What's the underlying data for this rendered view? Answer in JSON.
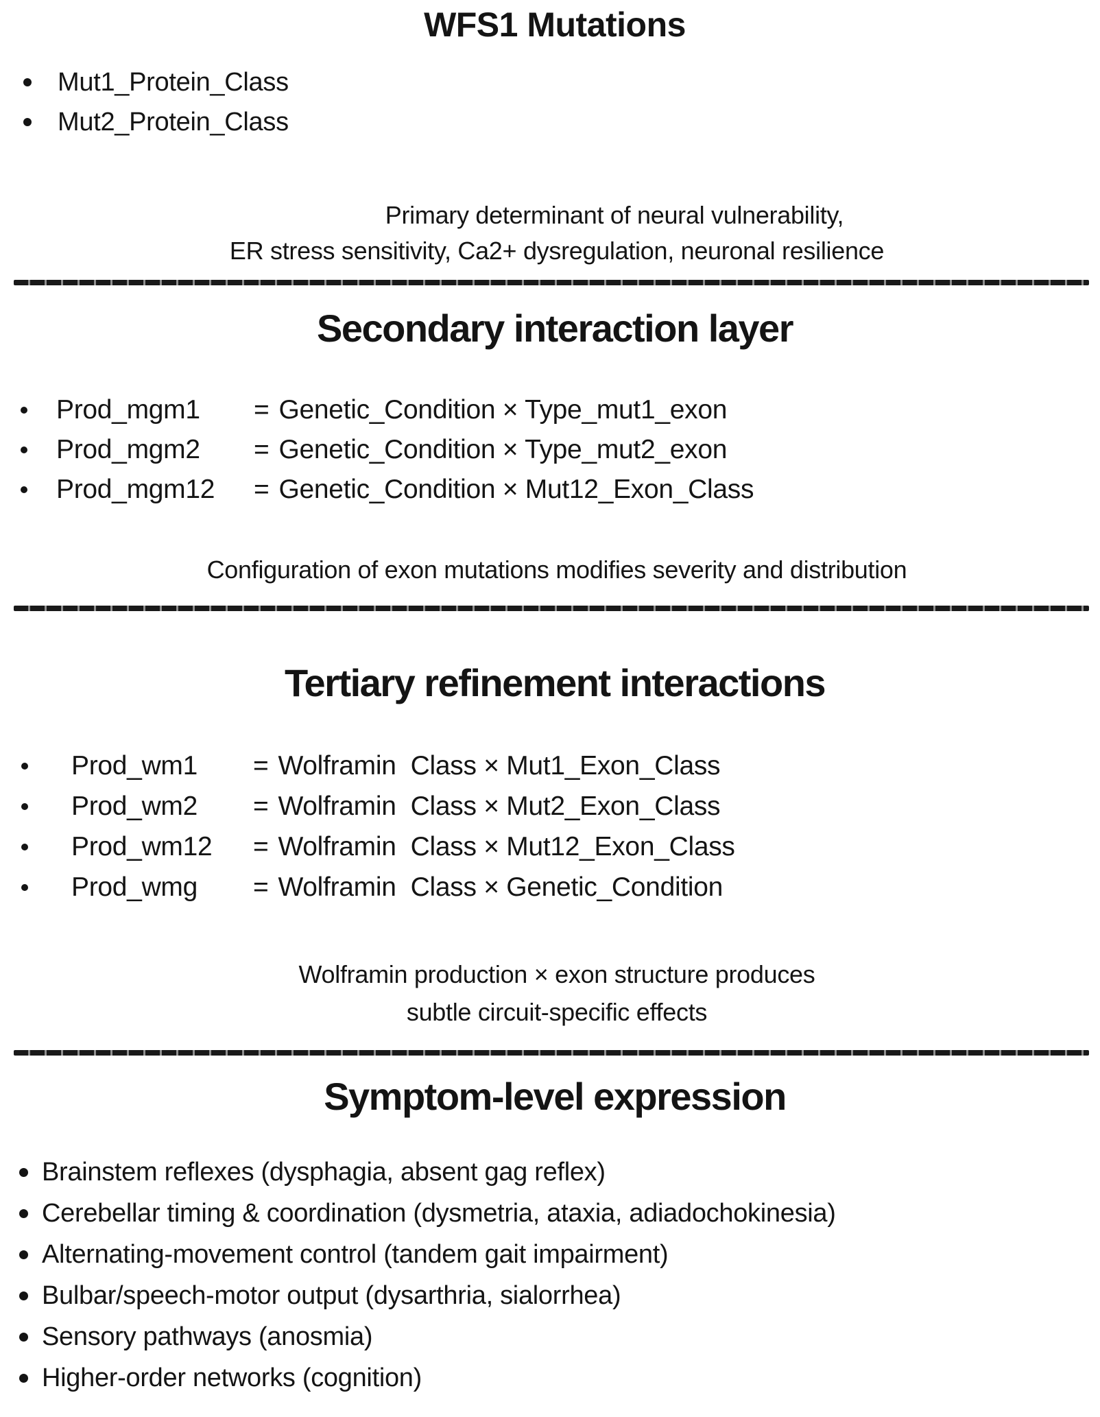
{
  "colors": {
    "text": "#141414",
    "background": "#ffffff",
    "divider": "#191919"
  },
  "mutations_section": {
    "title": "WFS1 Mutations",
    "bullets": [
      "Mut1_Protein_Class",
      "Mut2_Protein_Class"
    ],
    "note_line1": "Primary determinant of neural vulnerability,",
    "note_line2": "ER stress sensitivity, Ca2+ dysregulation, neuronal resilience"
  },
  "secondary_section": {
    "heading": "Secondary interaction layer",
    "equations": [
      {
        "name": "Prod_mgm1",
        "op": "=",
        "expr": "Genetic_Condition × Type_mut1_exon"
      },
      {
        "name": "Prod_mgm2",
        "op": "=",
        "expr": "Genetic_Condition × Type_mut2_exon"
      },
      {
        "name": "Prod_mgm12",
        "op": "=",
        "expr": "Genetic_Condition × Mut12_Exon_Class"
      }
    ],
    "note": "Configuration of exon mutations modifies severity and distribution"
  },
  "tertiary_section": {
    "heading": "Tertiary refinement interactions",
    "equations": [
      {
        "name": "Prod_wm1",
        "op": "=",
        "expr": "Wolframin  Class × Mut1_Exon_Class"
      },
      {
        "name": "Prod_wm2",
        "op": "=",
        "expr": "Wolframin  Class × Mut2_Exon_Class"
      },
      {
        "name": "Prod_wm12",
        "op": "=",
        "expr": "Wolframin  Class × Mut12_Exon_Class"
      },
      {
        "name": "Prod_wmg",
        "op": "=",
        "expr": "Wolframin  Class × Genetic_Condition"
      }
    ],
    "note_line1": "Wolframin production × exon structure produces",
    "note_line2": "subtle circuit-specific effects"
  },
  "symptom_section": {
    "heading": "Symptom-level expression",
    "bullets": [
      "Brainstem reflexes (dysphagia, absent gag reflex)",
      "Cerebellar timing & coordination (dysmetria, ataxia, adiadochokinesia)",
      "Alternating-movement control (tandem gait impairment)",
      "Bulbar/speech-motor output (dysarthria, sialorrhea)",
      "Sensory pathways (anosmia)",
      "Higher-order networks (cognition)"
    ]
  }
}
